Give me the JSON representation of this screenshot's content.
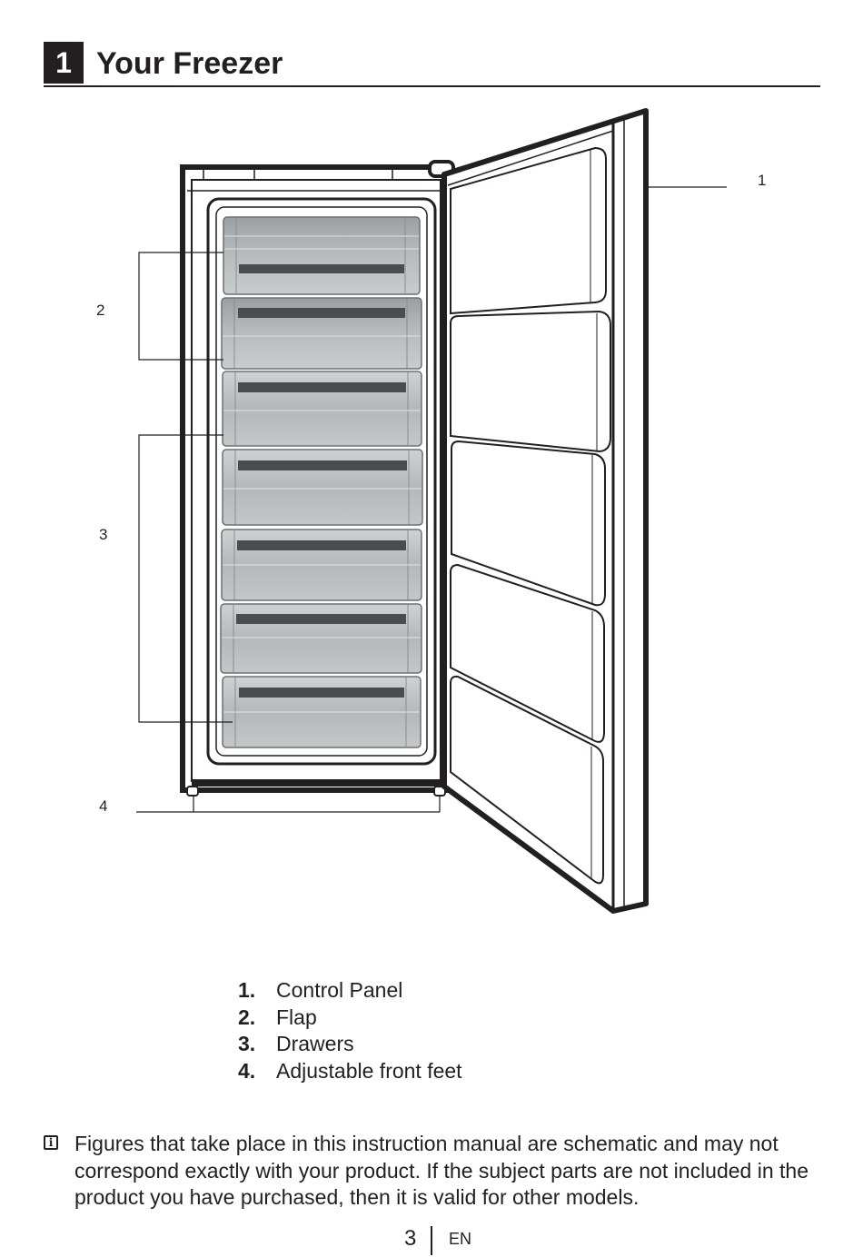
{
  "section": {
    "number": "1",
    "title": "Your Freezer"
  },
  "figure": {
    "callouts": [
      "1",
      "2",
      "3",
      "4"
    ],
    "icon": "freezer-open-door-illustration"
  },
  "parts": [
    {
      "num": "1.",
      "label": "Control Panel"
    },
    {
      "num": "2.",
      "label": "Flap"
    },
    {
      "num": "3.",
      "label": "Drawers"
    },
    {
      "num": "4.",
      "label": "Adjustable front feet"
    }
  ],
  "note": {
    "icon": "info-icon",
    "text": "Figures that take place in this instruction manual are schematic and may not correspond exactly with your product. If the subject parts are not included in the product you have purchased, then it is valid for other models."
  },
  "footer": {
    "page": "3",
    "lang": "EN"
  }
}
